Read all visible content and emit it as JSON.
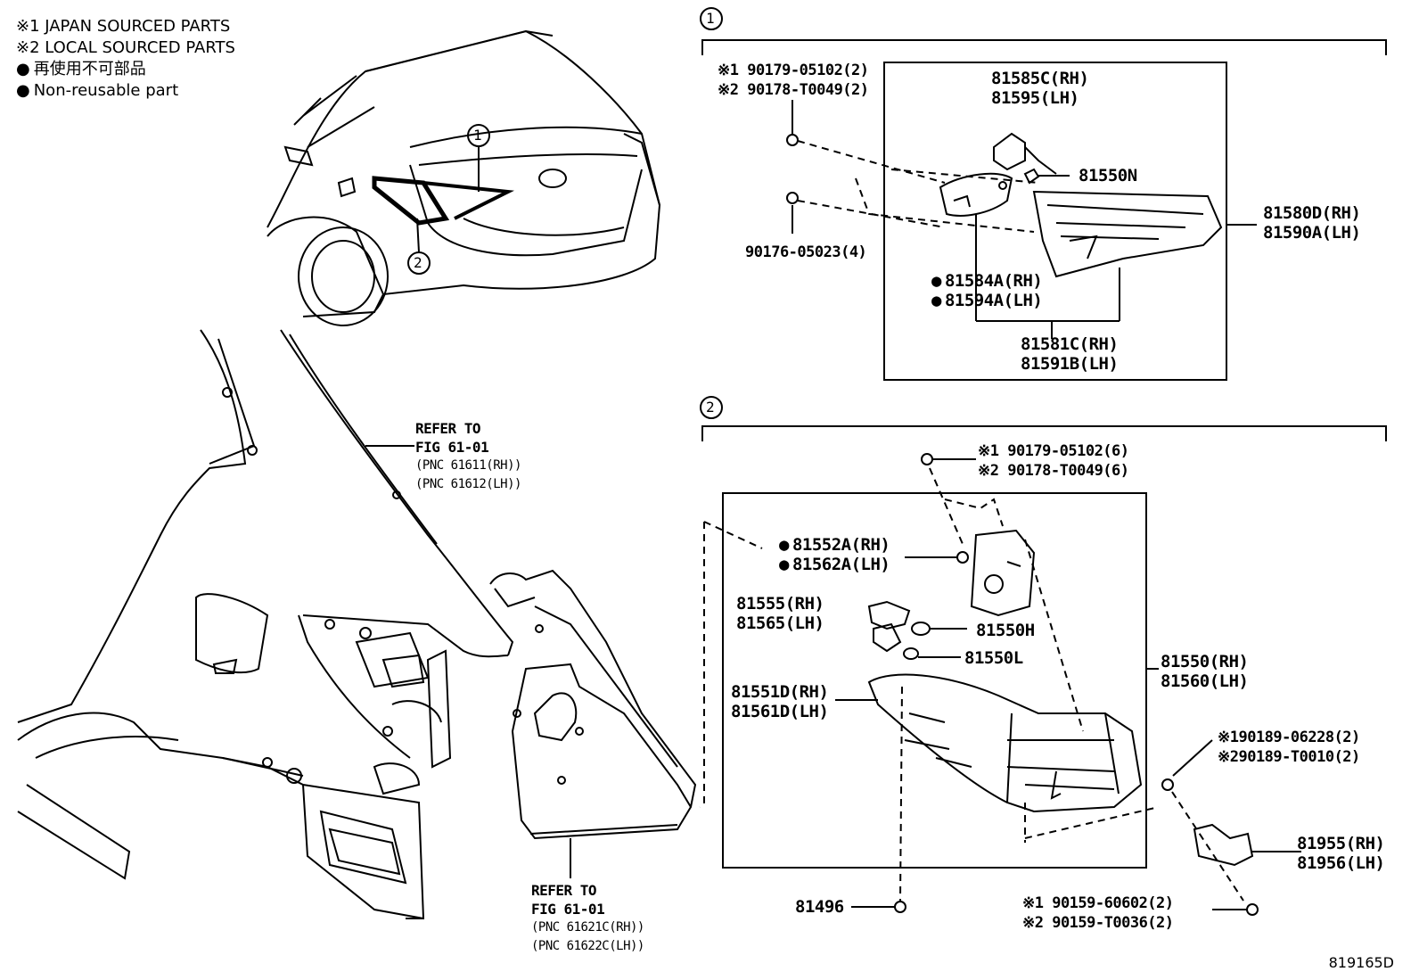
{
  "legend": {
    "note1": "※1 JAPAN SOURCED PARTS",
    "note2": "※2 LOCAL SOURCED PARTS",
    "jp": "再使用不可部品",
    "en": "Non-reusable part"
  },
  "callouts": {
    "one": "1",
    "two": "2"
  },
  "section1": {
    "bolt_a1": "※1 90179-05102(2)",
    "bolt_a2": "※2 90178-T0049(2)",
    "clip": "90176-05023(4)",
    "socket_rh": "81585C(RH)",
    "socket_lh": "81595(LH)",
    "bulb": "81550N",
    "gasket_rh": "81584A(RH)",
    "gasket_lh": "81594A(LH)",
    "assy_rh": "81581C(RH)",
    "assy_lh": "81591B(LH)",
    "lamp_rh": "81580D(RH)",
    "lamp_lh": "81590A(LH)"
  },
  "section2": {
    "bolt1": "※1 90179-05102(6)",
    "bolt2": "※2 90178-T0049(6)",
    "gasket_rh": "81552A(RH)",
    "gasket_lh": "81562A(LH)",
    "socket_rh": "81555(RH)",
    "socket_lh": "81565(LH)",
    "bulb_h": "81550H",
    "bulb_l": "81550L",
    "lens_rh": "81551D(RH)",
    "lens_lh": "81561D(LH)",
    "lamp_rh": "81550(RH)",
    "lamp_lh": "81560(LH)",
    "screw1": "※190189-06228(2)",
    "screw2": "※290189-T0010(2)",
    "bracket_rh": "81955(RH)",
    "bracket_lh": "81956(LH)",
    "nut": "81496",
    "bolt3": "※1 90159-60602(2)",
    "bolt4": "※2 90159-T0036(2)"
  },
  "refer1": {
    "line1": "REFER TO",
    "line2": "FIG 61-01",
    "pnc1": "(PNC 61611(RH))",
    "pnc2": "(PNC 61612(LH))"
  },
  "refer2": {
    "line1": "REFER TO",
    "line2": "FIG 61-01",
    "pnc1": "(PNC 61621C(RH))",
    "pnc2": "(PNC 61622C(LH))"
  },
  "illustration_code": "819165D"
}
